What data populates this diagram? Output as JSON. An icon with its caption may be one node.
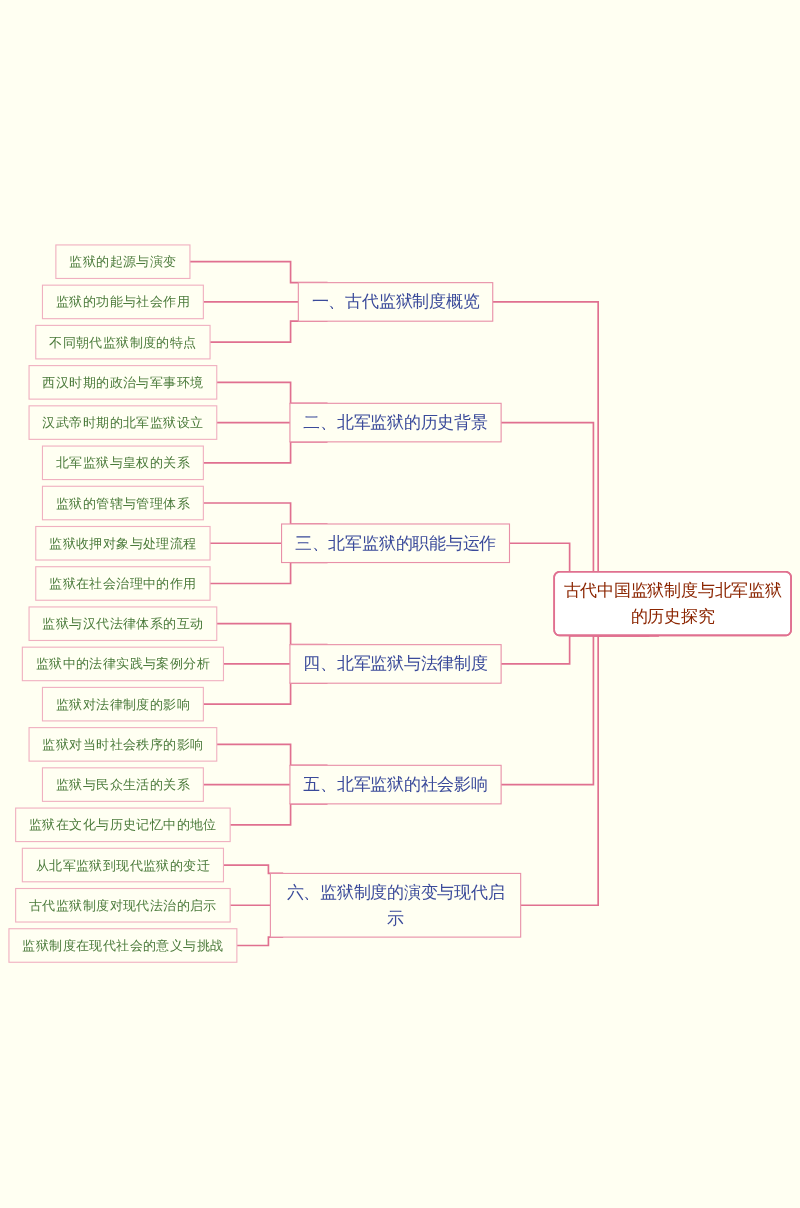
{
  "diagram": {
    "nodes": [
      {
        "text": [
          "古代中国监狱制度与北军监狱的历史探究"
        ]
      },
      {
        "text": [
          "一、古代监狱制度概览"
        ]
      },
      {
        "text": [
          "监狱的起源与演变"
        ]
      },
      {
        "text": [
          "监狱的功能与社会作用"
        ]
      },
      {
        "text": [
          "不同朝代监狱制度的特点"
        ]
      },
      {
        "text": [
          "二、北军监狱的历史背景"
        ]
      },
      {
        "text": [
          "西汉时期的政治与军事环境"
        ]
      },
      {
        "text": [
          "汉武帝时期的北军监狱设立"
        ]
      },
      {
        "text": [
          "北军监狱与皇权的关系"
        ]
      },
      {
        "text": [
          "三、北军监狱的职能与运作"
        ]
      },
      {
        "text": [
          "监狱的管辖与管理体系"
        ]
      },
      {
        "text": [
          "监狱收押对象与处理流程"
        ]
      },
      {
        "text": [
          "监狱在社会治理中的作用"
        ]
      },
      {
        "text": [
          "四、北军监狱与法律制度"
        ]
      },
      {
        "text": [
          "监狱与汉代法律体系的互动"
        ]
      },
      {
        "text": [
          "监狱中的法律实践与案例分析"
        ]
      },
      {
        "text": [
          "监狱对法律制度的影响"
        ]
      },
      {
        "text": [
          "五、北军监狱的社会影响"
        ]
      },
      {
        "text": [
          "监狱对当时社会秩序的影响"
        ]
      },
      {
        "text": [
          "监狱与民众生活的关系"
        ]
      },
      {
        "text": [
          "监狱在文化与历史记忆中的地位"
        ]
      },
      {
        "text": [
          "六、监狱制度的演变与现代启示"
        ]
      },
      {
        "text": [
          "从北军监狱到现代监狱的变迁"
        ]
      },
      {
        "text": [
          "古代监狱制度对现代法治的启示"
        ]
      },
      {
        "text": [
          "监狱制度在现代社会的意义与挑战"
        ]
      }
    ],
    "edges": [
      {
        "from": 0,
        "to": 1,
        "arrow": "none"
      },
      {
        "from": 1,
        "to": 2,
        "arrow": "none"
      },
      {
        "from": 1,
        "to": 3,
        "arrow": "none"
      },
      {
        "from": 1,
        "to": 4,
        "arrow": "none"
      },
      {
        "from": 0,
        "to": 5,
        "arrow": "none"
      },
      {
        "from": 5,
        "to": 6,
        "arrow": "none"
      },
      {
        "from": 5,
        "to": 7,
        "arrow": "none"
      },
      {
        "from": 5,
        "to": 8,
        "arrow": "none"
      },
      {
        "from": 0,
        "to": 9,
        "arrow": "none"
      },
      {
        "from": 9,
        "to": 10,
        "arrow": "none"
      },
      {
        "from": 9,
        "to": 11,
        "arrow": "none"
      },
      {
        "from": 9,
        "to": 12,
        "arrow": "none"
      },
      {
        "from": 0,
        "to": 13,
        "arrow": "none"
      },
      {
        "from": 13,
        "to": 14,
        "arrow": "none"
      },
      {
        "from": 13,
        "to": 15,
        "arrow": "none"
      },
      {
        "from": 13,
        "to": 16,
        "arrow": "none"
      },
      {
        "from": 0,
        "to": 17,
        "arrow": "none"
      },
      {
        "from": 17,
        "to": 18,
        "arrow": "none"
      },
      {
        "from": 17,
        "to": 19,
        "arrow": "none"
      },
      {
        "from": 17,
        "to": 20,
        "arrow": "none"
      },
      {
        "from": 0,
        "to": 21,
        "arrow": "none"
      },
      {
        "from": 21,
        "to": 22,
        "arrow": "none"
      },
      {
        "from": 21,
        "to": 23,
        "arrow": "none"
      },
      {
        "from": 21,
        "to": 24,
        "arrow": "none"
      }
    ]
  }
}
